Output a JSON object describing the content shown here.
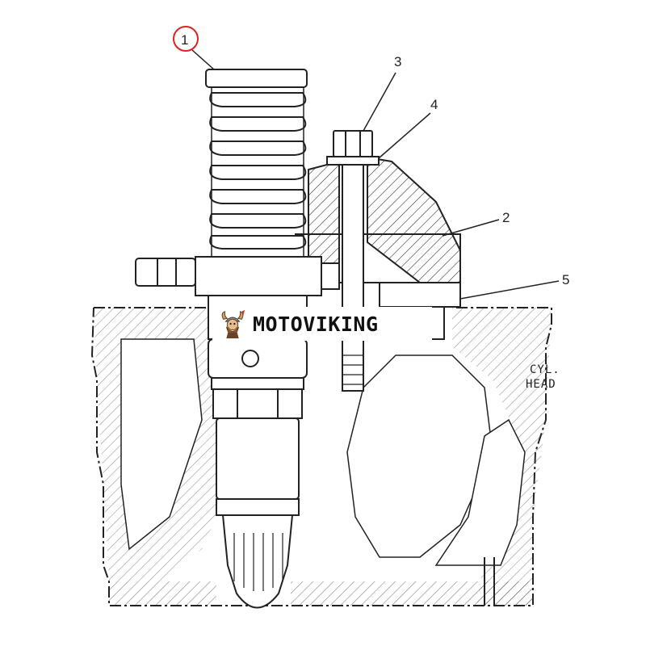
{
  "diagram": {
    "labels": {
      "callout_1": "1",
      "callout_2": "2",
      "callout_3": "3",
      "callout_4": "4",
      "callout_5": "5",
      "cylinder_head_line1": "CYL.",
      "cylinder_head_line2": "HEAD"
    },
    "highlight_color": "#e02020",
    "line_color": "#222222"
  },
  "watermark": {
    "text": "MOTOVIKING",
    "logo": "viking-mascot-icon"
  }
}
